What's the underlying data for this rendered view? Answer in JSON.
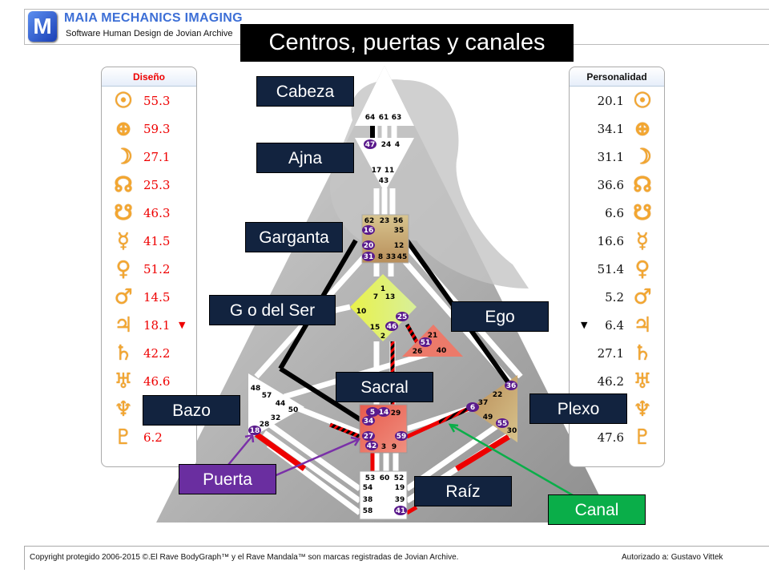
{
  "header": {
    "logo_letter": "M",
    "brand": "MAIA MECHANICS IMAGING",
    "subtitle": "Software Human Design de Jovian Archive"
  },
  "title": "Centros, puertas y canales",
  "design": {
    "heading": "Diseño",
    "color": "#e00000",
    "rows": [
      {
        "planet": "sun-icon",
        "glyph": "☉",
        "value": "55.3"
      },
      {
        "planet": "earth-icon",
        "glyph": "⊕",
        "value": "59.3"
      },
      {
        "planet": "moon-icon",
        "glyph": "☽",
        "value": "27.1"
      },
      {
        "planet": "north-node-icon",
        "glyph": "☊",
        "value": "25.3"
      },
      {
        "planet": "south-node-icon",
        "glyph": "☋",
        "value": "46.3"
      },
      {
        "planet": "mercury-icon",
        "glyph": "☿",
        "value": "41.5"
      },
      {
        "planet": "venus-icon",
        "glyph": "♀",
        "value": "51.2"
      },
      {
        "planet": "mars-icon",
        "glyph": "♂",
        "value": "14.5"
      },
      {
        "planet": "jupiter-icon",
        "glyph": "♃",
        "value": "18.1",
        "mark": "▼"
      },
      {
        "planet": "saturn-icon",
        "glyph": "♄",
        "value": "42.2"
      },
      {
        "planet": "uranus-icon",
        "glyph": "♅",
        "value": "46.6"
      },
      {
        "planet": "neptune-icon",
        "glyph": "♆",
        "value": ""
      },
      {
        "planet": "pluto-icon",
        "glyph": "♇",
        "value": "6.2"
      }
    ]
  },
  "personality": {
    "heading": "Personalidad",
    "rows": [
      {
        "planet": "sun-icon",
        "glyph": "☉",
        "value": "20.1"
      },
      {
        "planet": "earth-icon",
        "glyph": "⊕",
        "value": "34.1"
      },
      {
        "planet": "moon-icon",
        "glyph": "☽",
        "value": "31.1"
      },
      {
        "planet": "north-node-icon",
        "glyph": "☊",
        "value": "36.6"
      },
      {
        "planet": "south-node-icon",
        "glyph": "☋",
        "value": "6.6"
      },
      {
        "planet": "mercury-icon",
        "glyph": "☿",
        "value": "16.6"
      },
      {
        "planet": "venus-icon",
        "glyph": "♀",
        "value": "51.4"
      },
      {
        "planet": "mars-icon",
        "glyph": "♂",
        "value": "5.2"
      },
      {
        "planet": "jupiter-icon",
        "glyph": "♃",
        "value": "6.4",
        "mark": "▼"
      },
      {
        "planet": "saturn-icon",
        "glyph": "♄",
        "value": "27.1"
      },
      {
        "planet": "uranus-icon",
        "glyph": "♅",
        "value": "46.2"
      },
      {
        "planet": "neptune-icon",
        "glyph": "♆",
        "value": ""
      },
      {
        "planet": "pluto-icon",
        "glyph": "♇",
        "value": "47.6"
      }
    ]
  },
  "labels": {
    "head": "Cabeza",
    "ajna": "Ajna",
    "throat": "Garganta",
    "g": "G o del Ser",
    "ego": "Ego",
    "sacral": "Sacral",
    "spleen": "Bazo",
    "plexus": "Plexo",
    "root": "Raíz",
    "gate": "Puerta",
    "channel": "Canal"
  },
  "gates": {
    "head": [
      "64",
      "61",
      "63"
    ],
    "ajna": [
      "47",
      "24",
      "4",
      "17",
      "11",
      "43"
    ],
    "throat": [
      "62",
      "23",
      "56",
      "16",
      "35",
      "20",
      "12",
      "31",
      "8",
      "33",
      "45"
    ],
    "g": [
      "1",
      "7",
      "13",
      "10",
      "25",
      "15",
      "46",
      "2"
    ],
    "ego": [
      "21",
      "51",
      "26",
      "40"
    ],
    "spleen": [
      "48",
      "57",
      "44",
      "50",
      "32",
      "28",
      "18"
    ],
    "sacral": [
      "5",
      "14",
      "29",
      "34",
      "27",
      "59",
      "42",
      "3",
      "9"
    ],
    "plexus": [
      "36",
      "22",
      "6",
      "37",
      "49",
      "55",
      "30"
    ],
    "root": [
      "53",
      "60",
      "52",
      "54",
      "19",
      "38",
      "39",
      "58",
      "41"
    ]
  },
  "colors": {
    "design": "#e00000",
    "personality": "#000000",
    "defined_gate": "#5a1a8c",
    "label_bg": "#12233f",
    "gate_label_bg": "#6a2ea0",
    "channel_label_bg": "#0aae49"
  },
  "footer": {
    "copyright": "Copyright protegido 2006-2015 ©.El Rave BodyGraph™ y el Rave Mandala™ son marcas registradas de Jovian Archive.",
    "authorized": "Autorizado a: Gustavo Vittek"
  }
}
